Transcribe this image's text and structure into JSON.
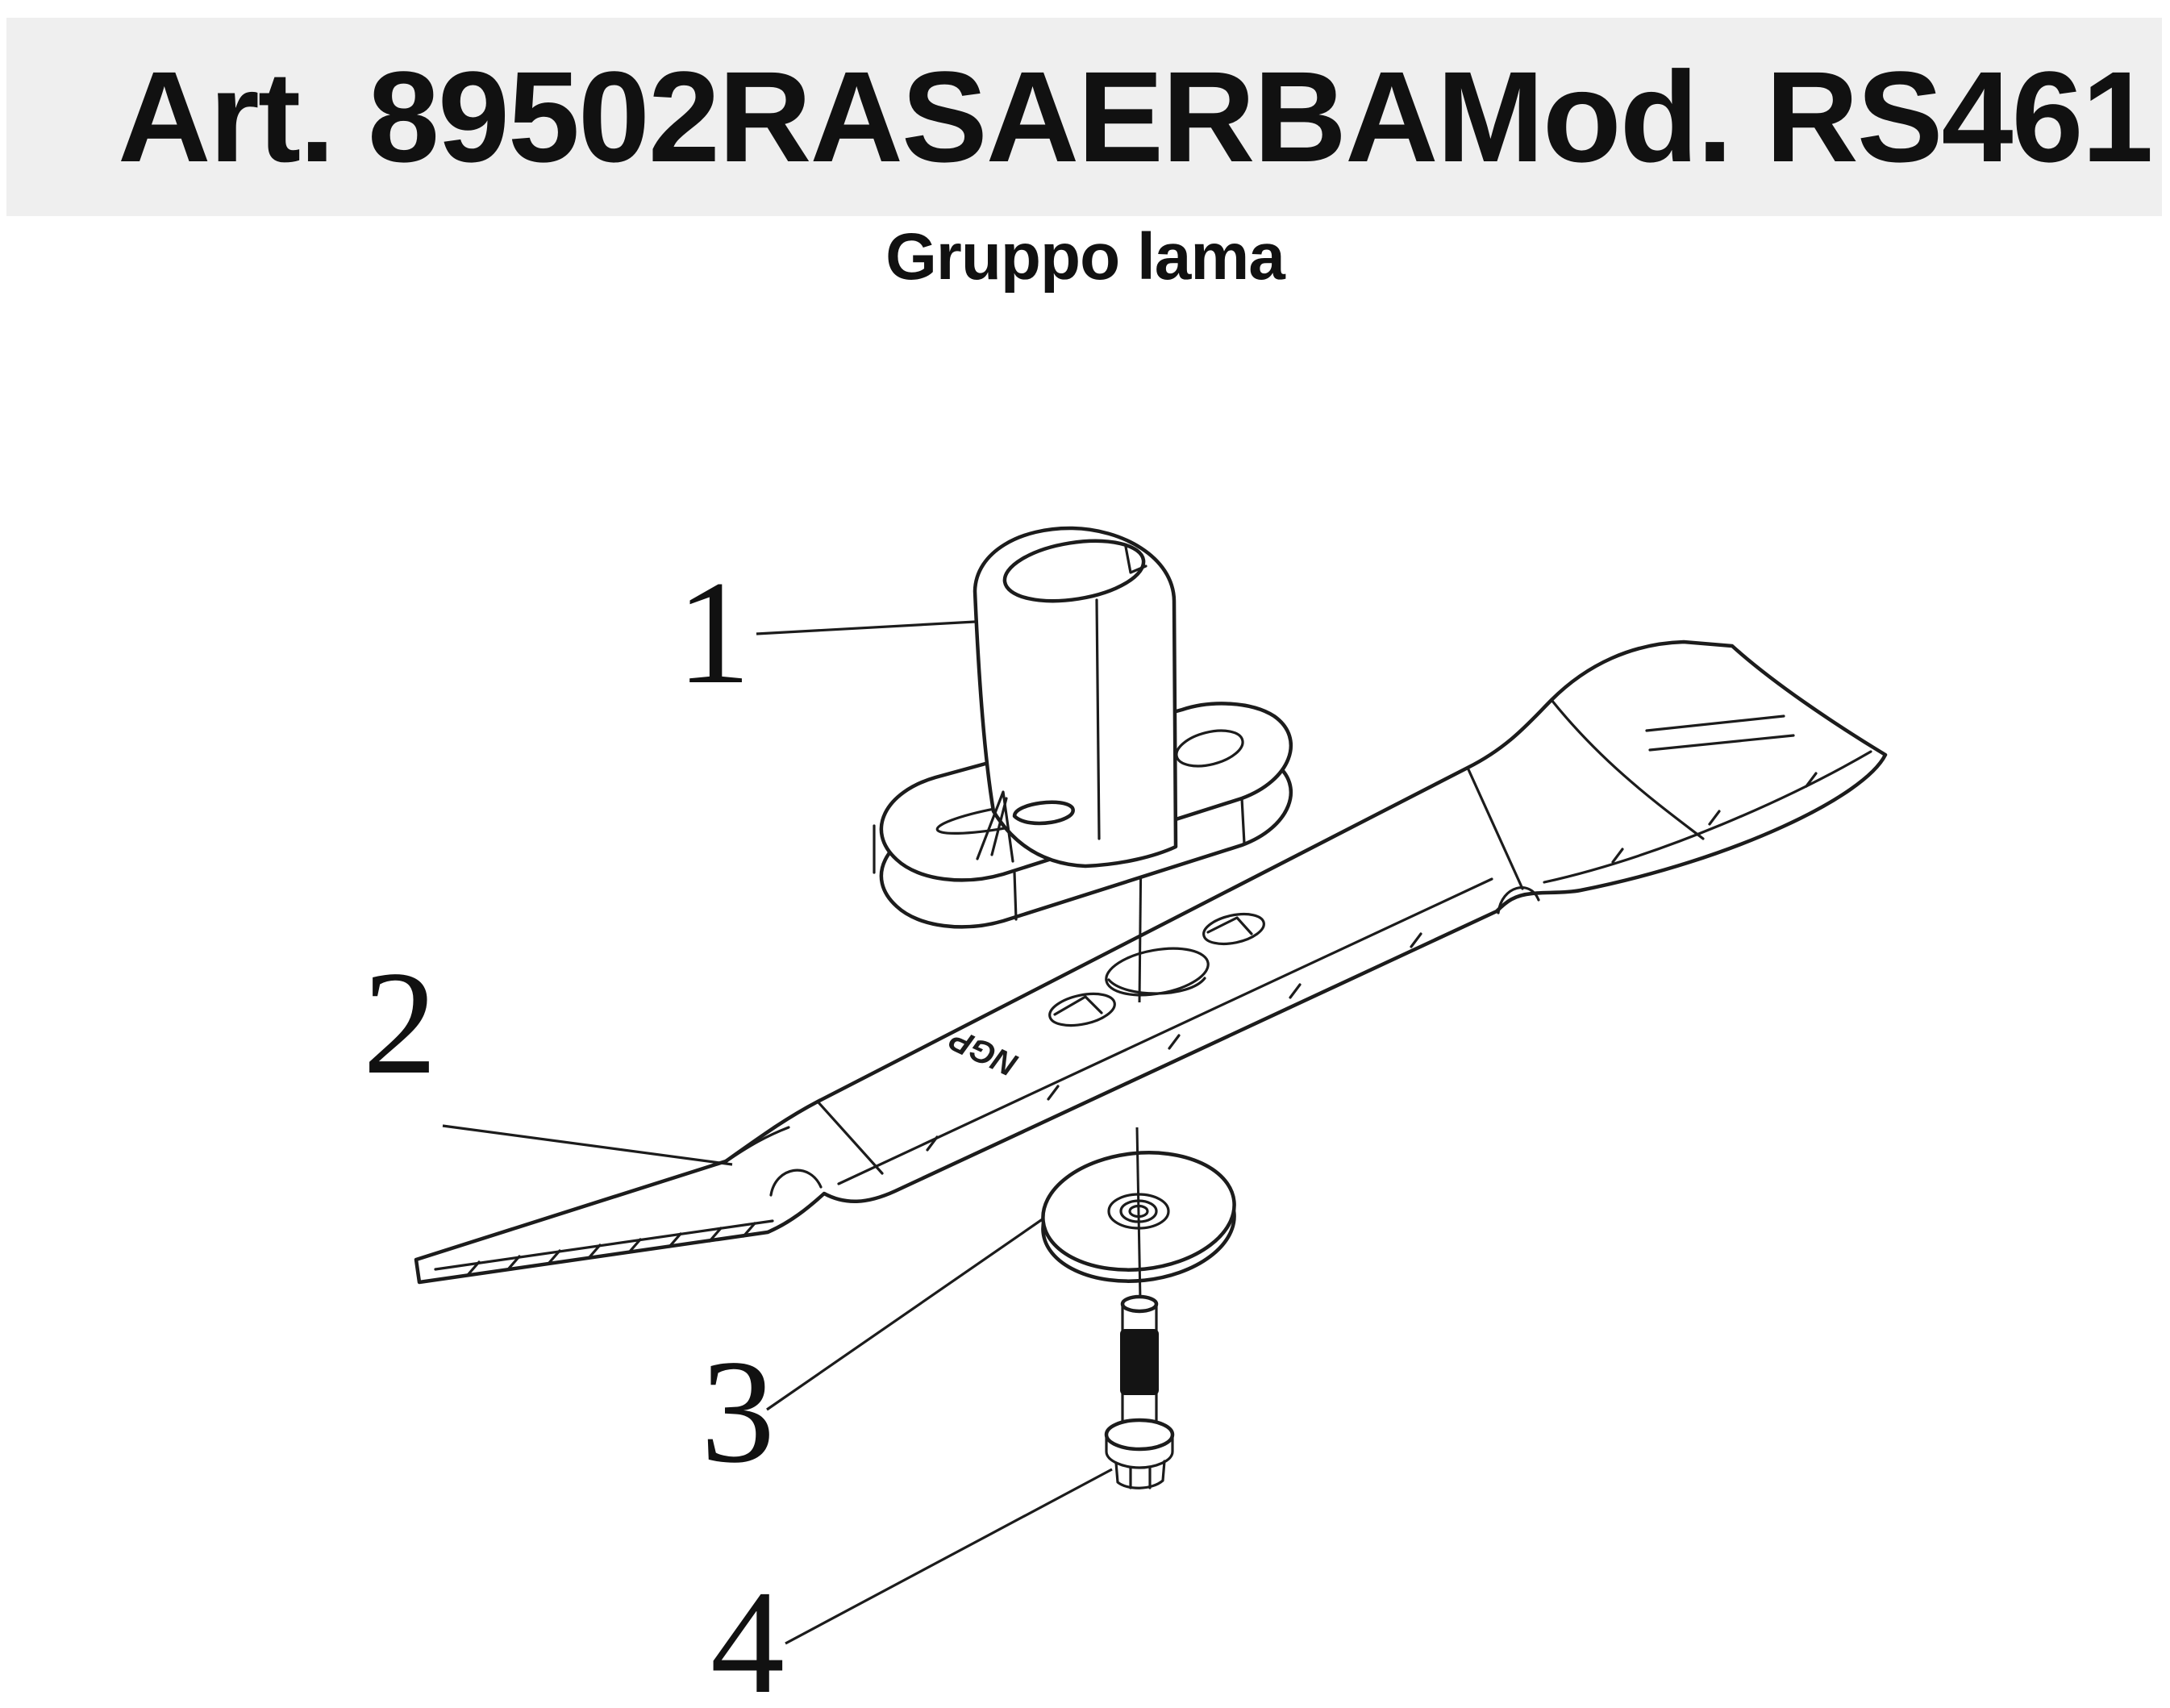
{
  "header": {
    "article": "Art. 89502",
    "product": "RASAERBA",
    "model": "Mod. RS461",
    "background": "#efefef",
    "text_color": "#111111"
  },
  "subtitle": "Gruppo lama",
  "diagram": {
    "line_color": "#1c1c1c",
    "blade_marking": "NGP",
    "part_labels": [
      "1",
      "2",
      "3",
      "4"
    ]
  }
}
